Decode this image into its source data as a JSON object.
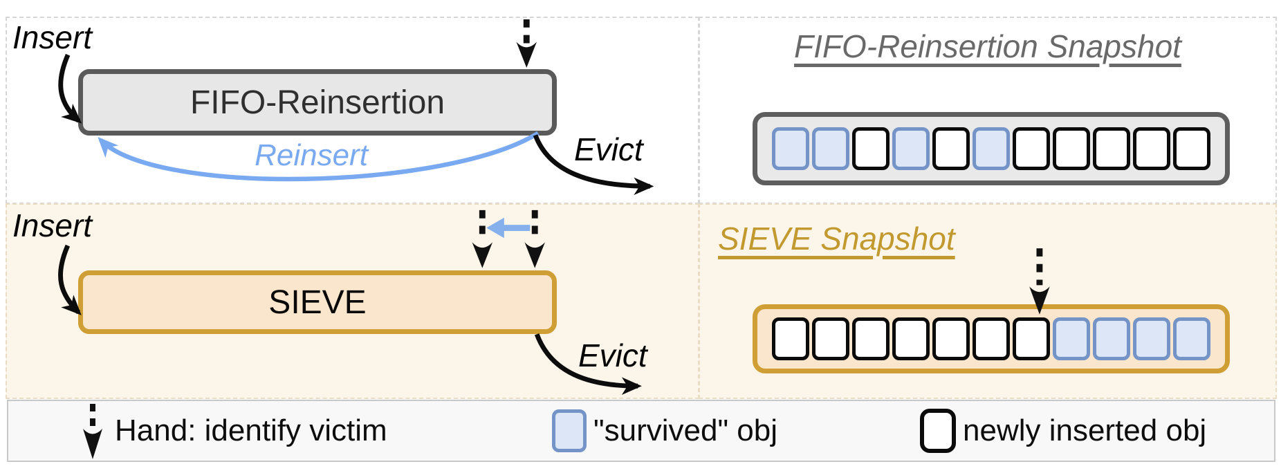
{
  "fifo_panel": {
    "insert_label": "Insert",
    "box_label": "FIFO-Reinsertion",
    "reinsert_label": "Reinsert",
    "evict_label": "Evict"
  },
  "sieve_panel": {
    "insert_label": "Insert",
    "box_label": "SIEVE",
    "evict_label": "Evict"
  },
  "fifo_snapshot": {
    "title": "FIFO-Reinsertion Snapshot",
    "cells": [
      "survived",
      "survived",
      "new",
      "survived",
      "new",
      "survived",
      "new",
      "new",
      "new",
      "new",
      "new"
    ]
  },
  "sieve_snapshot": {
    "title": "SIEVE Snapshot",
    "cells": [
      "new",
      "new",
      "new",
      "new",
      "new",
      "new",
      "new",
      "survived",
      "survived",
      "survived",
      "survived"
    ],
    "hand_cell_index": 7
  },
  "legend": {
    "hand_label": "Hand: identify victim",
    "survived_label": "\"survived\" obj",
    "new_label": "newly inserted obj"
  },
  "colors": {
    "survived_fill": "#dce6f7",
    "survived_border": "#7493c6",
    "new_fill": "#ffffff",
    "new_border": "#0b0b0b",
    "sieve_accent": "#cf9f35",
    "sieve_fill": "#fae6cd",
    "fifo_border": "#5a5a5a",
    "fifo_fill": "#e7e7e7",
    "reinsert_blue": "#79a9f1",
    "panel_cream": "#fcf6ea"
  }
}
